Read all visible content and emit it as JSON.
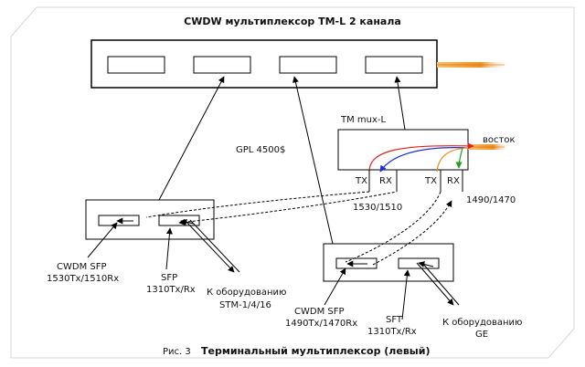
{
  "title": "CWDW мультиплексор TM-L 2 канала",
  "mux_label": "TM mux-L",
  "gpl_label": "GPL 4500$",
  "vostok_label": "восток",
  "port_tx_1": "TX",
  "port_rx_1": "RX",
  "port_tx_2": "TX",
  "port_rx_2": "RX",
  "wl_1530_1510": "1530/1510",
  "wl_1490_1470": "1490/1470",
  "left_cwdm_sfp_l1": "CWDM SFP",
  "left_cwdm_sfp_l2": "1530Tx/1510Rx",
  "left_sfp_l1": "SFP",
  "left_sfp_l2": "1310Tx/Rx",
  "left_equip_l1": "К оборудованию",
  "left_equip_l2": "STM-1/4/16",
  "right_cwdm_sfp_l1": "CWDM SFP",
  "right_cwdm_sfp_l2": "1490Tx/1470Rx",
  "right_sft_l1": "SFT",
  "right_sft_l2": "1310Tx/Rx",
  "right_equip_l1": "К оборудованию",
  "right_equip_l2": "GE",
  "caption_prefix": "Рис. 3",
  "caption_text": "Терминальный мультиплексор (левый)",
  "colors": {
    "red": "#e02020",
    "blue": "#2030d0",
    "orange": "#f08a2a",
    "green": "#20a020",
    "fiber": "#f2a030"
  }
}
